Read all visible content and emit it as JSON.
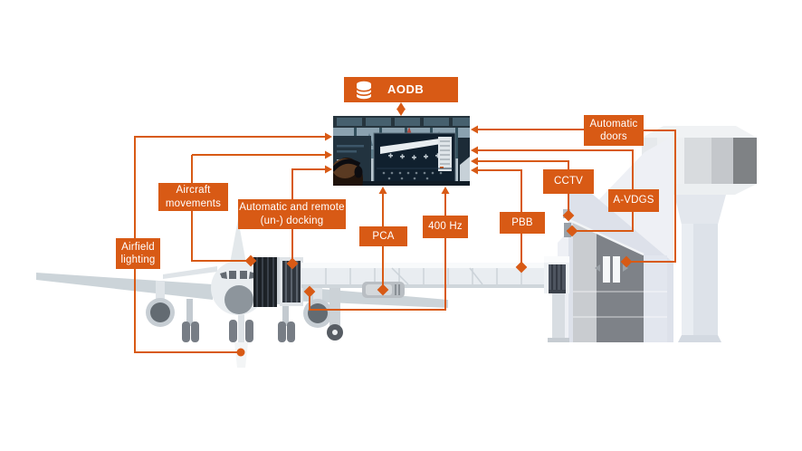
{
  "diagram_title": "Airport gate systems overview",
  "accent_color": "#d85a15",
  "background_color": "#ffffff",
  "labels": {
    "aodb": "AODB",
    "automatic_doors": "Automatic\ndoors",
    "cctv": "CCTV",
    "a_vdgs": "A-VDGS",
    "pbb": "PBB",
    "power_400hz": "400 Hz",
    "pca": "PCA",
    "docking": "Automatic and remote\n(un-) docking",
    "aircraft_movements": "Aircraft\nmovements",
    "airfield_lighting": "Airfield\nlighting"
  },
  "icons": {
    "aodb_icon": "database-icon",
    "connector_marker": "diamond-marker",
    "connector_dot": "dot-marker",
    "flow_arrows": "arrow-icon"
  }
}
